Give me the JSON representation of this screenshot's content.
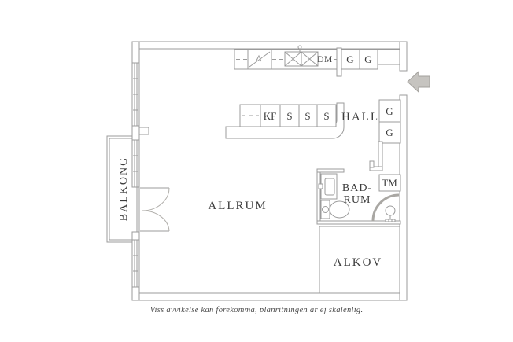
{
  "rooms": {
    "allrum": "ALLRUM",
    "hall": "HALL",
    "badrum_line1": "BAD-",
    "badrum_line2": "RUM",
    "alkov": "ALKOV",
    "balkong": "BALKONG"
  },
  "fixtures": {
    "dm": "DM",
    "kf": "KF",
    "s1": "S",
    "s2": "S",
    "s3": "S",
    "tm": "TM",
    "g_top_left": "G",
    "g_top_right": "G",
    "g_hall_upper": "G",
    "g_hall_lower": "G"
  },
  "caption": "Viss avvikelse kan förekomma, planritningen är ej skalenlig.",
  "colors": {
    "wall_line": "#9b9b9b",
    "label_text": "#3c3c3c",
    "entry_arrow_fill": "#c6c4c0",
    "shower_arc": "#a9a7a3",
    "background": "#ffffff"
  }
}
